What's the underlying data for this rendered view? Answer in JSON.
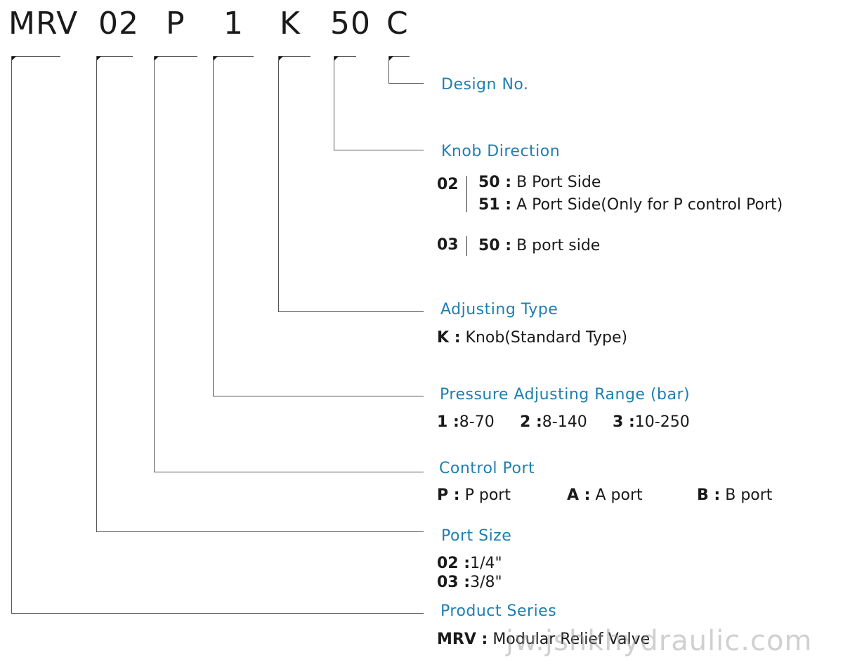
{
  "model_code": {
    "series": "MRV",
    "port_size": "02",
    "control_port": "P",
    "pressure_range": "1",
    "adjusting_type": "K",
    "knob_direction": "50",
    "design_no": "C"
  },
  "design_no": {
    "heading": "Design No."
  },
  "knob_direction": {
    "heading": "Knob Direction",
    "groups": [
      {
        "size": "02",
        "options": [
          {
            "code": "50 :",
            "text": "B Port Side"
          },
          {
            "code": "51 :",
            "text": "A Port Side(Only for P control Port)"
          }
        ]
      },
      {
        "size": "03",
        "options": [
          {
            "code": "50 :",
            "text": "B port side"
          }
        ]
      }
    ]
  },
  "adjusting_type": {
    "heading": "Adjusting Type",
    "options": [
      {
        "code": "K :",
        "text": "Knob(Standard Type)"
      }
    ]
  },
  "pressure_range": {
    "heading": "Pressure Adjusting Range (bar)",
    "options": [
      {
        "code": "1 :",
        "text": "8-70"
      },
      {
        "code": "2 :",
        "text": "8-140"
      },
      {
        "code": "3 :",
        "text": "10-250"
      }
    ]
  },
  "control_port": {
    "heading": "Control Port",
    "options": [
      {
        "code": "P :",
        "text": "P port"
      },
      {
        "code": "A :",
        "text": "A port"
      },
      {
        "code": "B :",
        "text": "B port"
      }
    ]
  },
  "port_size": {
    "heading": "Port Size",
    "options": [
      {
        "code": "02 :",
        "text": "1/4\""
      },
      {
        "code": "03 :",
        "text": "3/8\""
      }
    ]
  },
  "product_series": {
    "heading": "Product Series",
    "options": [
      {
        "code": "MRV :",
        "text": "Modular Relief Valve"
      }
    ]
  },
  "watermark": "jw.jshkhydraulic.com"
}
